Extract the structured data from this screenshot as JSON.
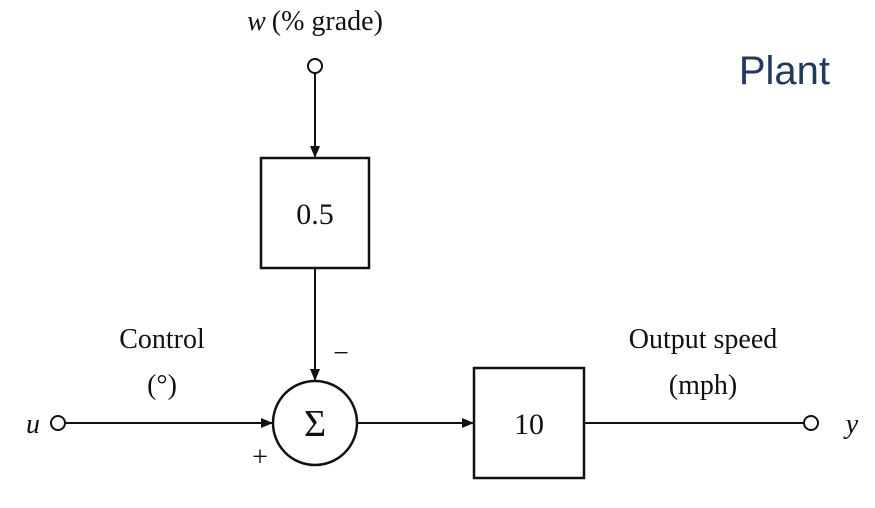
{
  "title": "Plant",
  "disturbance": {
    "symbol": "w",
    "unit": "(% grade)"
  },
  "input": {
    "symbol": "u",
    "label_line1": "Control",
    "label_line2": "(°)"
  },
  "output": {
    "symbol": "y",
    "label_line1": "Output speed",
    "label_line2": "(mph)"
  },
  "blocks": {
    "disturbance_gain": "0.5",
    "plant_gain": "10"
  },
  "summing_junction": {
    "symbol": "Σ",
    "minus_sign": "−",
    "plus_sign": "+"
  }
}
